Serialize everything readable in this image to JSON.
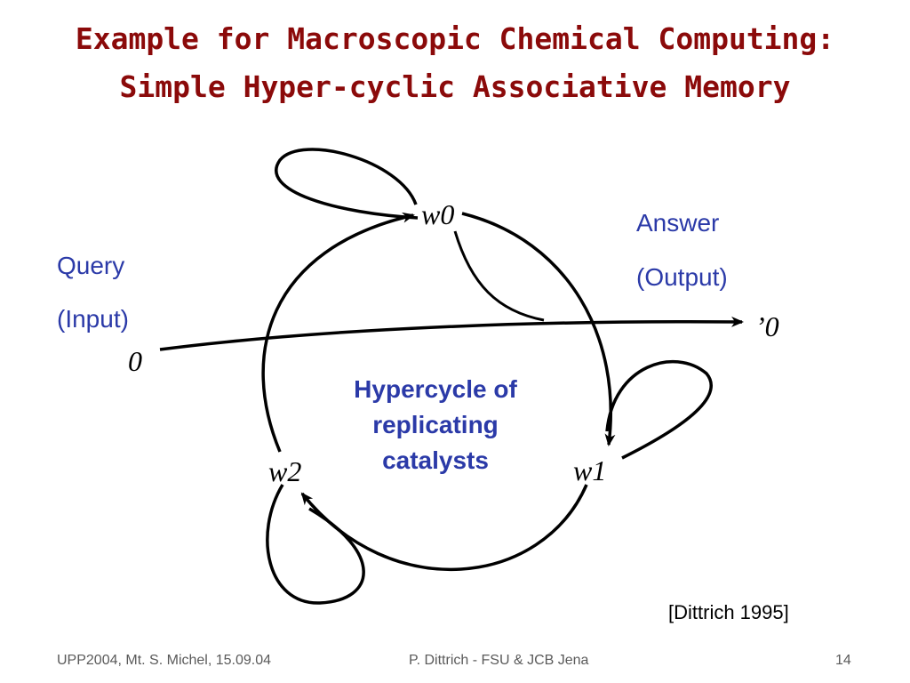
{
  "title": {
    "line1": "Example for Macroscopic Chemical Computing:",
    "line2": "Simple Hyper-cyclic Associative Memory"
  },
  "diagram": {
    "nodes": {
      "w0": "w0",
      "w1": "w1",
      "w2": "w2",
      "input": "0",
      "output": "’0"
    },
    "query_label": "Query",
    "input_label": "(Input)",
    "answer_label": "Answer",
    "output_label": "(Output)",
    "center_label_line1": "Hypercycle of",
    "center_label_line2": "replicating",
    "center_label_line3": "catalysts",
    "label_color": "#2b3aa8"
  },
  "citation": "[Dittrich 1995]",
  "footer": {
    "left": "UPP2004, Mt. S. Michel, 15.09.04",
    "center": "P. Dittrich - FSU & JCB Jena",
    "page": "14"
  },
  "colors": {
    "title": "#8b0a0a",
    "label": "#2b3aa8"
  }
}
